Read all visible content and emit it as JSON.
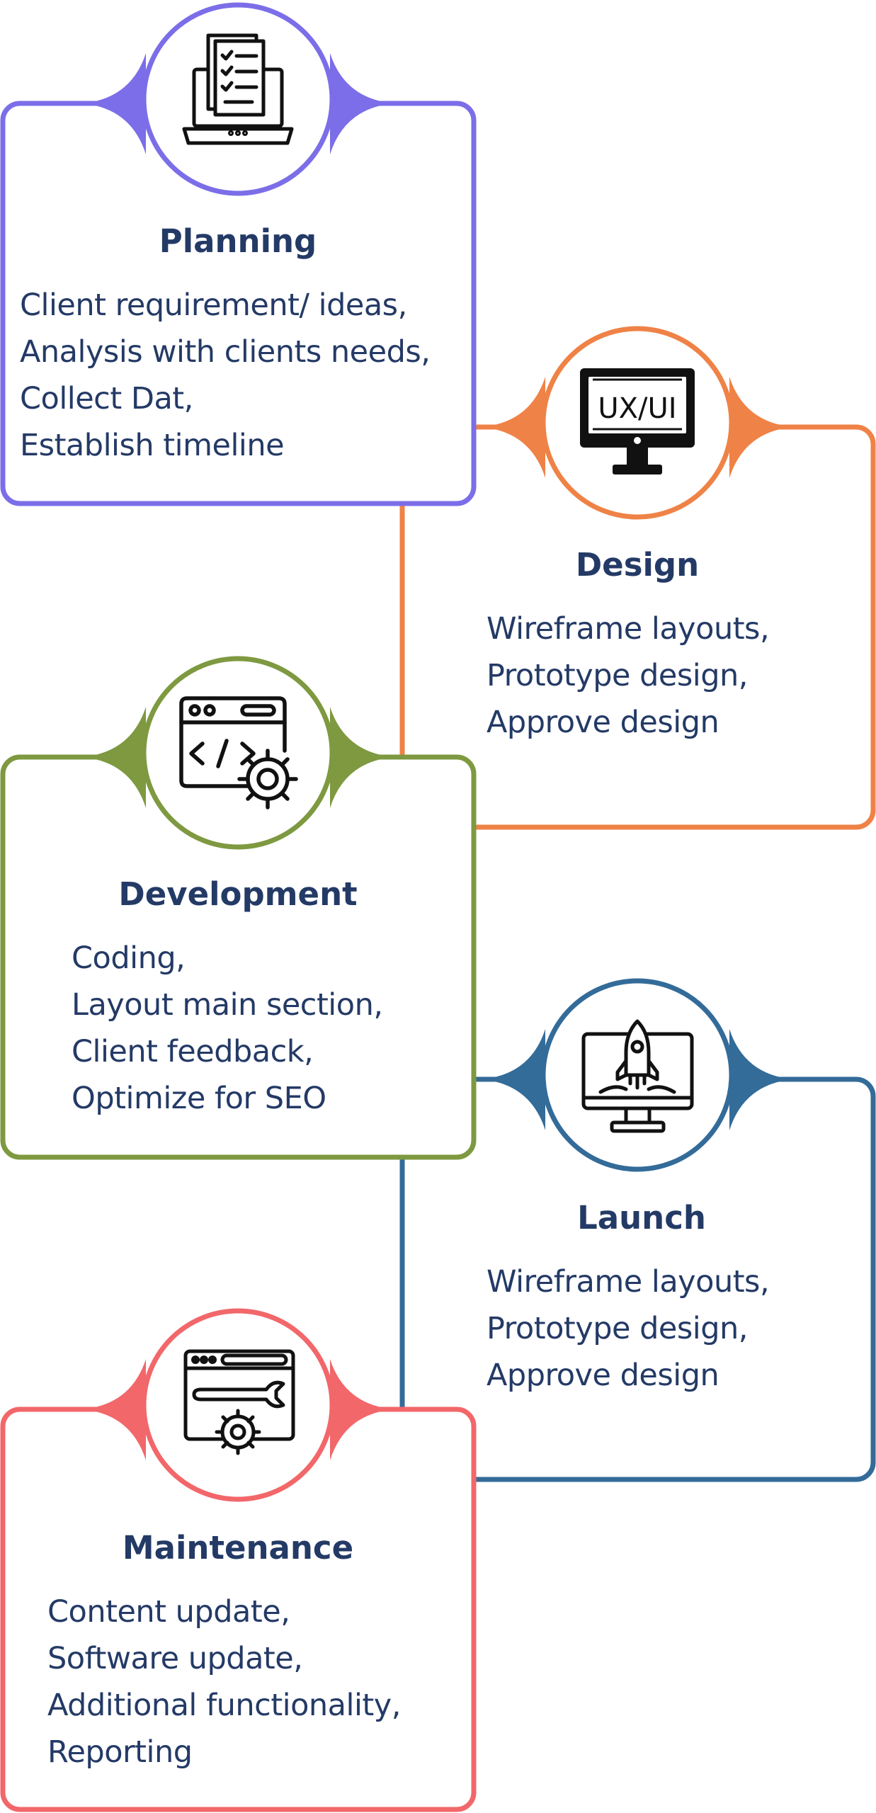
{
  "colors": {
    "planning": "#7b6ee8",
    "design": "#ef8246",
    "development": "#7e9940",
    "launch": "#336b99",
    "maintenance": "#f2676a",
    "text": "#243a66"
  },
  "steps": [
    {
      "title": "Planning",
      "icon": "checklist-laptop-icon",
      "items": [
        "Client requirement/ ideas,",
        "Analysis with clients needs,",
        "Collect Dat,",
        "Establish timeline"
      ]
    },
    {
      "title": "Design",
      "icon": "ux-ui-monitor-icon",
      "icon_text": "UX/UI",
      "items": [
        "Wireframe layouts,",
        "Prototype design,",
        "Approve design"
      ]
    },
    {
      "title": "Development",
      "icon": "code-browser-gear-icon",
      "items": [
        "Coding,",
        "Layout main section,",
        "Client feedback,",
        "Optimize for SEO"
      ]
    },
    {
      "title": "Launch",
      "icon": "rocket-monitor-icon",
      "items": [
        "Wireframe layouts,",
        "Prototype design,",
        "Approve design"
      ]
    },
    {
      "title": "Maintenance",
      "icon": "browser-wrench-gear-icon",
      "items": [
        "Content update,",
        "Software update,",
        "Additional functionality,",
        "Reporting"
      ]
    }
  ]
}
